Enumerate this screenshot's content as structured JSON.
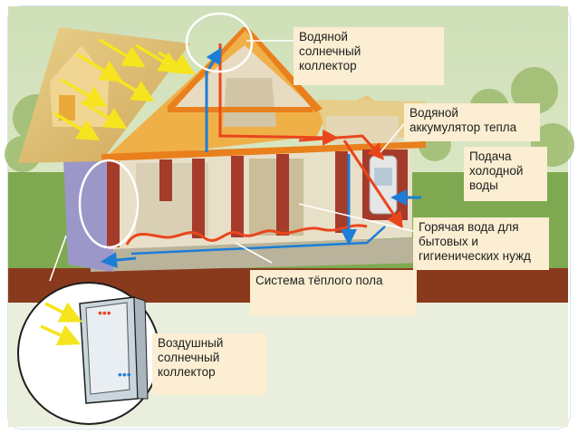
{
  "labels": {
    "water_collector": "Водяной\nсолнечный\nколлектор",
    "heat_accumulator": "Водяной\nаккумулятор тепла",
    "cold_water": "Подача\nхолодной\nводы",
    "hot_water": "Горячая вода для\nбытовых и\nгигиенических нужд",
    "floor_heating": "Система тёплого пола",
    "air_collector": "Воздушный\nсолнечный\nколлектор"
  },
  "colors": {
    "sun_rays": "#f6e51e",
    "hot_flow": "#e9461c",
    "cold_flow": "#1c7ed6",
    "callout_bg": "#fbeed2",
    "ground": "#8a3a1c"
  }
}
